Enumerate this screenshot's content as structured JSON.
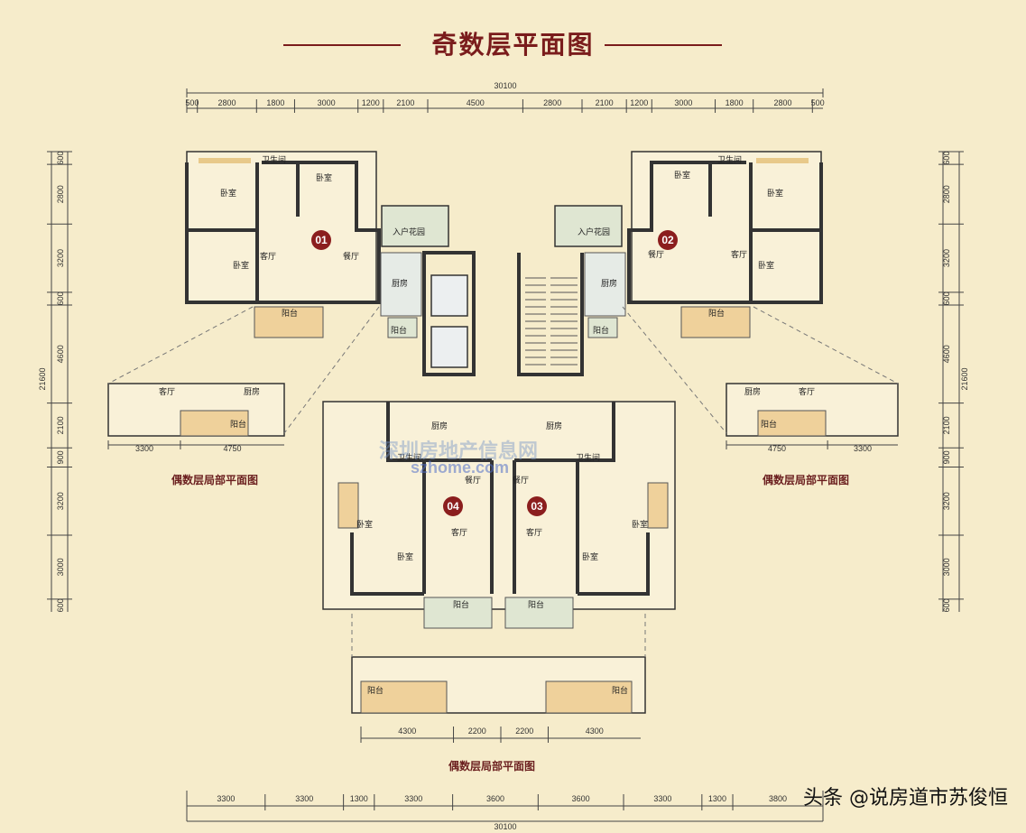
{
  "title": "奇数层平面图",
  "even_floor_label": "偶数层局部平面图",
  "units": [
    "01",
    "02",
    "03",
    "04"
  ],
  "watermark": {
    "text": "深圳房地产信息网",
    "site": "szhome.com"
  },
  "credit": "头条 @说房道市苏俊恒",
  "top_total": "30100",
  "bottom_total": "30100",
  "side_total": "21600",
  "top_dims": [
    "500",
    "2800",
    "1800",
    "3000",
    "1200",
    "2100",
    "4500",
    "2800",
    "2100",
    "1200",
    "3000",
    "1800",
    "2800",
    "500"
  ],
  "bottom_dims": [
    "3300",
    "3300",
    "1300",
    "3300",
    "3600",
    "3600",
    "3300",
    "1300",
    "3800"
  ],
  "left_dims": [
    "600",
    "2800",
    "3200",
    "600",
    "4600",
    "2100",
    "900",
    "3200",
    "3000",
    "600"
  ],
  "right_dims": [
    "600",
    "2800",
    "3200",
    "600",
    "4600",
    "2100",
    "900",
    "3200",
    "3000",
    "600"
  ],
  "side_plan_left_dims": [
    "3300",
    "4750"
  ],
  "side_plan_right_dims": [
    "4750",
    "3300"
  ],
  "bottom_plan_dims": [
    "4300",
    "2200",
    "2200",
    "4300"
  ],
  "rooms": {
    "bedroom": "卧室",
    "bathroom": "卫生间",
    "living": "客厅",
    "dining": "餐厅",
    "kitchen": "厨房",
    "balcony": "阳台",
    "entry_garden": "入户花园"
  }
}
